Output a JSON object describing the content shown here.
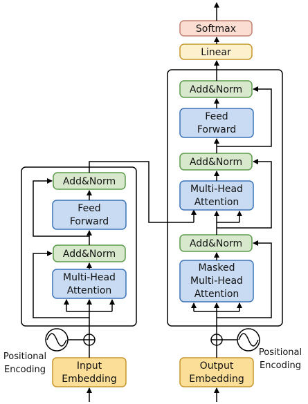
{
  "colors": {
    "add_norm_fill": "#d8e8cc",
    "add_norm_stroke": "#5a9a4a",
    "attention_fill": "#c8dbf2",
    "attention_stroke": "#3b73b8",
    "embedding_fill": "#fbdf98",
    "embedding_stroke": "#c6952a",
    "linear_fill": "#fdf0cc",
    "linear_stroke": "#c6952a",
    "softmax_fill": "#fbddd2",
    "softmax_stroke": "#c08070",
    "line": "#000000"
  },
  "labels": {
    "softmax": "Softmax",
    "linear": "Linear",
    "add_norm": "Add&Norm",
    "feed": "Feed",
    "forward": "Forward",
    "multi_head": "Multi-Head",
    "attention": "Attention",
    "masked": "Masked",
    "input": "Input",
    "output": "Output",
    "embedding": "Embedding",
    "positional": "Positional",
    "encoding": "Encoding"
  }
}
